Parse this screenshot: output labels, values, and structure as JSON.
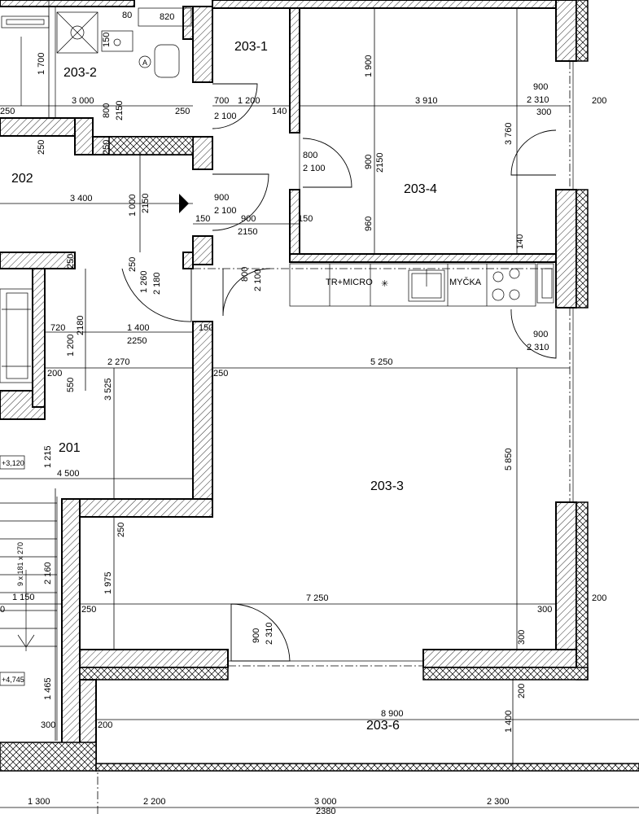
{
  "rooms": {
    "r2032": "203-2",
    "r2031": "203-1",
    "r2034": "203-4",
    "r202": "202",
    "r201": "201",
    "r2033": "203-3",
    "r2036": "203-6"
  },
  "kitchen": {
    "fridge": "TR+MICRO",
    "dishwasher": "MYČKA"
  },
  "levels": {
    "l1": "+3,120",
    "l2": "+4,745"
  },
  "stairs": {
    "label": "9 x 181 x 270"
  },
  "dims": {
    "d80": "80",
    "d820": "820",
    "d150a": "150",
    "d1700": "1 700",
    "d1900": "1 900",
    "d900a": "900",
    "d2310a": "2 310",
    "d300a": "300",
    "d3910": "3 910",
    "d200a": "200",
    "d250a": "250",
    "d3000a": "3 000",
    "d800a": "800",
    "d2150a": "2150",
    "d700": "700",
    "d1200a": "1 200",
    "d2100a": "2 100",
    "d250b": "250",
    "d140a": "140",
    "d3760": "3 760",
    "d250c": "250",
    "d250d": "250",
    "d800b": "800",
    "d2100b": "2 100",
    "d900b": "900",
    "d2150b": "2150",
    "d3400": "3 400",
    "d1000": "1 000",
    "d2150c": "2150",
    "d900c": "900",
    "d2100c": "2 100",
    "d150b": "150",
    "d900d": "900",
    "d2150d": "2150",
    "d150c": "150",
    "d960": "960",
    "d140b": "140",
    "d250e": "250",
    "d250f": "250",
    "d1260": "1 260",
    "d2180a": "2 180",
    "d800c": "800",
    "d2100d": "2 100",
    "d720": "720",
    "d2180b": "2180",
    "d1400a": "1 400",
    "d2250": "2250",
    "d150d": "150",
    "d900e": "900",
    "d2310b": "2 310",
    "d1200b": "1 200",
    "d2270": "2 270",
    "d5250": "5 250",
    "d200b": "200",
    "d550": "550",
    "d3525": "3 525",
    "d250g": "250",
    "d1215": "1 215",
    "d5850": "5 850",
    "d4500": "4 500",
    "d250h": "250",
    "d2160": "2 160",
    "d1975": "1 975",
    "d1150": "1 150",
    "d0": "0",
    "d250i": "250",
    "d7250": "7 250",
    "d300b": "300",
    "d200c": "200",
    "d900f": "900",
    "d2310c": "2 310",
    "d300c": "300",
    "d200d": "200",
    "d1465": "1 465",
    "d300d": "300",
    "d200e": "200",
    "d8900": "8 900",
    "d1400b": "1 400",
    "d1300": "1 300",
    "d2200": "2 200",
    "d3000b": "3 000",
    "d2300": "2 300",
    "d2380": "2380"
  }
}
